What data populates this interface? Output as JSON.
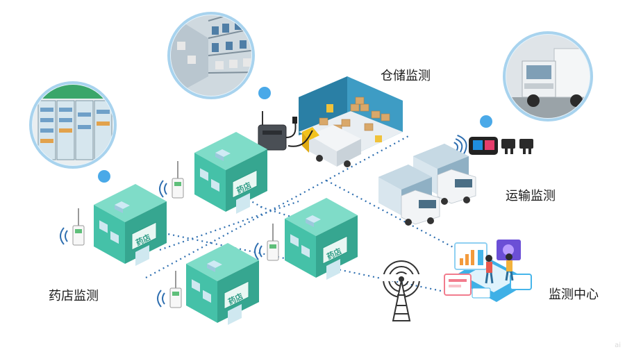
{
  "labels": {
    "warehouse": "仓储监测",
    "transport": "运输监测",
    "pharmacy": "药店监测",
    "center": "监测中心"
  },
  "store_sign": "药店",
  "colors": {
    "teal": "#45c1a8",
    "teal_dark": "#2e9c86",
    "roof": "#6fd6c0",
    "network": "#2f6fb0",
    "bubble": "#4aa9e8"
  },
  "icons": {
    "tower": "radio-tower-icon",
    "wifi": "wifi-icon",
    "sensor": "temperature-humidity-sensor-icon",
    "gateway": "gateway-device-icon",
    "screen": "monitor-dashboard-icon"
  },
  "watermark": "ai"
}
